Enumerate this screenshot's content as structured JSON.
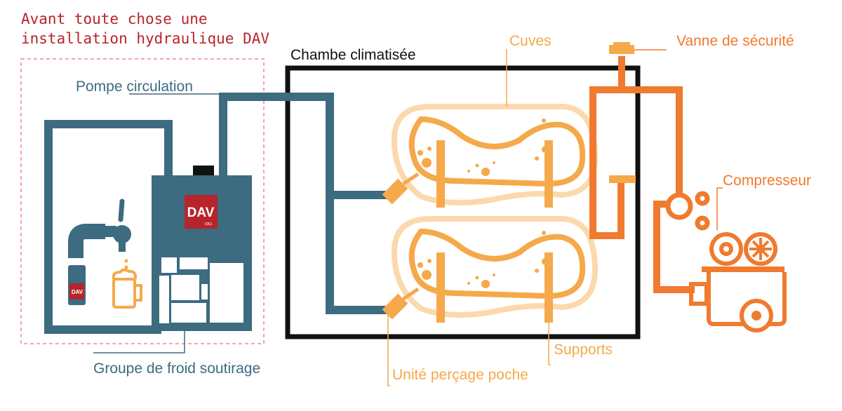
{
  "intro": {
    "line1": "Avant toute chose une",
    "line2": "installation hydraulique DAV"
  },
  "labels": {
    "chamber": "Chambe climatisée",
    "pump": "Pompe circulation",
    "cold_group": "Groupe de froid soutirage",
    "tanks": "Cuves",
    "valve": "Vanne de sécurité",
    "compressor": "Compresseur",
    "supports": "Supports",
    "piercing": "Unité perçage poche"
  },
  "logo": {
    "unit_logo": "DAV",
    "unit_logo_sub": "1951",
    "tap_logo": "DAV"
  },
  "colors": {
    "teal": "#3d6b80",
    "orange": "#f07a2e",
    "light_orange": "#f5a94a",
    "pale_orange": "#fbd9ad",
    "red": "#b8242b",
    "black": "#111111",
    "dashed_border": "#e88a8f"
  }
}
